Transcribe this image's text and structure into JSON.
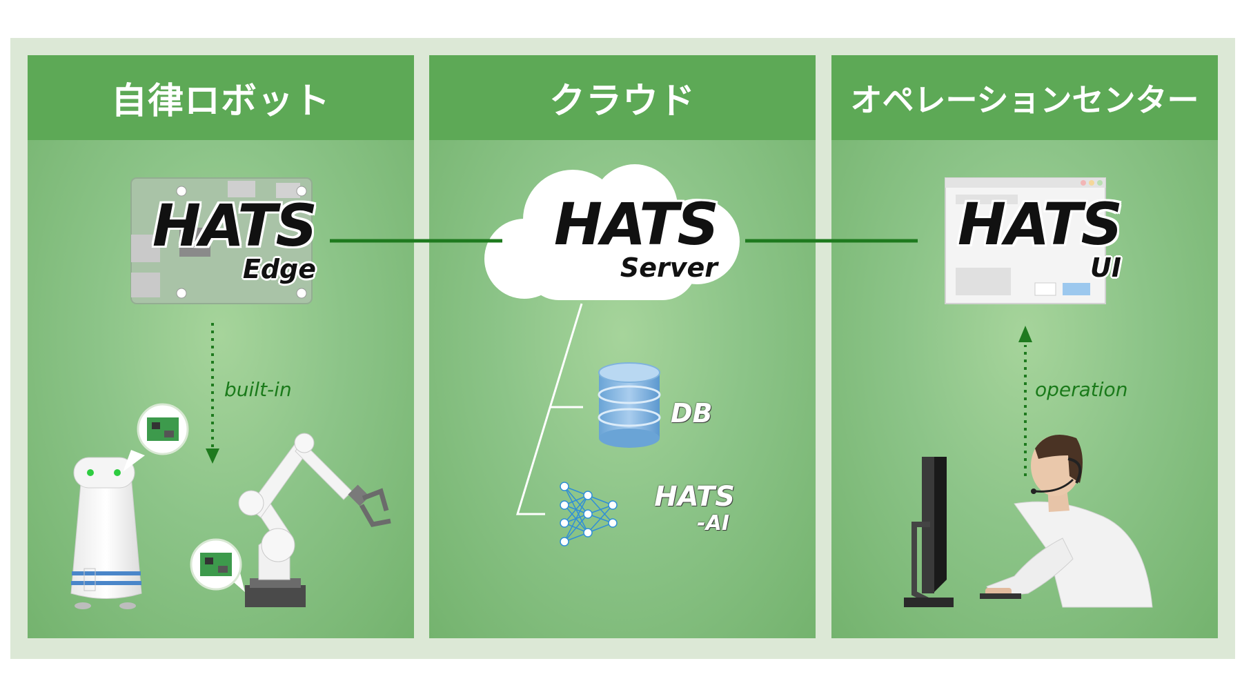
{
  "panels": {
    "robot": {
      "title": "自律ロボット"
    },
    "cloud": {
      "title": "クラウド"
    },
    "operation": {
      "title": "オペレーションセンター"
    }
  },
  "edge": {
    "main": "HATS",
    "sub": "Edge"
  },
  "server": {
    "main": "HATS",
    "sub": "Server"
  },
  "ui": {
    "main": "HATS",
    "sub": "UI"
  },
  "labels": {
    "built_in": "built-in",
    "operation": "operation",
    "db": "DB"
  },
  "ai": {
    "main": "HATS",
    "sub": "-AI"
  },
  "colors": {
    "header": "#5da956",
    "panel": "#8cc488",
    "frame": "#dce8d6",
    "connector": "#1e7a1e",
    "db": "#7fb2de"
  }
}
